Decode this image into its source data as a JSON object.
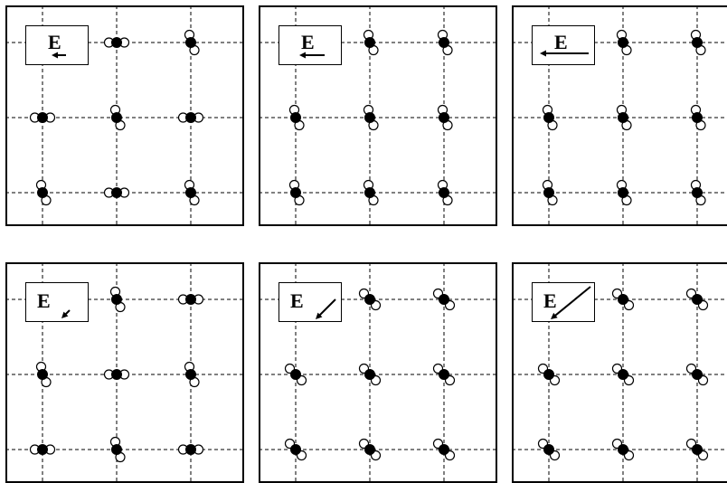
{
  "field_label": "E",
  "colors": {
    "ink": "#000000",
    "paper": "#ffffff",
    "filled_atom": "#000000",
    "open_atom": "#ffffff"
  },
  "panels": [
    {
      "id": "top-1",
      "label": "E",
      "field_direction": "left",
      "field_strength": "weak",
      "molecule_orientation": "mixed"
    },
    {
      "id": "top-2",
      "label": "E",
      "field_direction": "left",
      "field_strength": "medium",
      "molecule_orientation": "mostly-vertical"
    },
    {
      "id": "top-3",
      "label": "E",
      "field_direction": "left",
      "field_strength": "strong",
      "molecule_orientation": "vertical"
    },
    {
      "id": "bottom-1",
      "label": "E",
      "field_direction": "down-left",
      "field_strength": "weak",
      "molecule_orientation": "mixed"
    },
    {
      "id": "bottom-2",
      "label": "E",
      "field_direction": "down-left",
      "field_strength": "medium",
      "molecule_orientation": "mostly-diagonal"
    },
    {
      "id": "bottom-3",
      "label": "E",
      "field_direction": "down-left",
      "field_strength": "strong",
      "molecule_orientation": "diagonal"
    }
  ]
}
